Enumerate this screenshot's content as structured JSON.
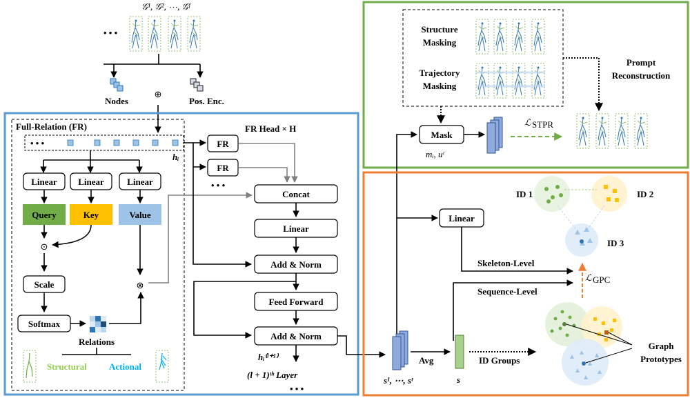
{
  "top": {
    "graphs_label": "𝒢¹, 𝒢², ⋯, 𝒢ᶠ",
    "ellipsis": "• • •",
    "nodes_label": "Nodes",
    "pos_enc_label": "Pos. Enc.",
    "plus_symbol": "⊕"
  },
  "fr_module": {
    "title": "Full-Relation (FR)",
    "h_i": "hᵢ",
    "linear": "Linear",
    "query": "Query",
    "key": "Key",
    "value": "Value",
    "dot_symbol": "⊙",
    "otimes_symbol": "⊗",
    "scale": "Scale",
    "softmax": "Softmax",
    "relations": "Relations",
    "structural": "Structural",
    "actional": "Actional"
  },
  "transformer": {
    "head_label": "FR Head × H",
    "fr": "FR",
    "concat": "Concat",
    "linear": "Linear",
    "add_norm": "Add & Norm",
    "feed_forward": "Feed Forward",
    "h_next": "hᵢ⁽ˡ⁺¹⁾",
    "layer": "(l + 1)ᵗʰ Layer",
    "ellipsis": "• • •"
  },
  "prompt": {
    "structure_masking": [
      "Structure",
      "Masking"
    ],
    "trajectory_masking": [
      "Trajectory",
      "Masking"
    ],
    "mask": "Mask",
    "mask_vars": "mᵢ, uᵗ",
    "loss_stpr": "ℒ",
    "loss_stpr_sub": "STPR",
    "prompt_reconstruction": [
      "Prompt",
      "Reconstruction"
    ]
  },
  "contrast": {
    "linear": "Linear",
    "id1": "ID 1",
    "id2": "ID 2",
    "id3": "ID 3",
    "skeleton_level": "Skeleton-Level",
    "sequence_level": "Sequence-Level",
    "loss_gpc": "ℒ",
    "loss_gpc_sub": "GPC",
    "seq_label": "s¹, ⋯, sᵗ",
    "avg": "Avg",
    "s": "s",
    "id_groups": "ID Groups",
    "graph_prototypes": [
      "Graph",
      "Prototypes"
    ]
  },
  "colors": {
    "blue_frame": "#5b9bd5",
    "green_frame": "#70ad47",
    "orange_frame": "#e07b39",
    "query": "#70ad47",
    "key": "#ffc000",
    "value": "#9dc3e6",
    "seq_block": "#8faadc",
    "s_block": "#a9d18e",
    "structural": "#92d050",
    "actional": "#00b0f0"
  }
}
